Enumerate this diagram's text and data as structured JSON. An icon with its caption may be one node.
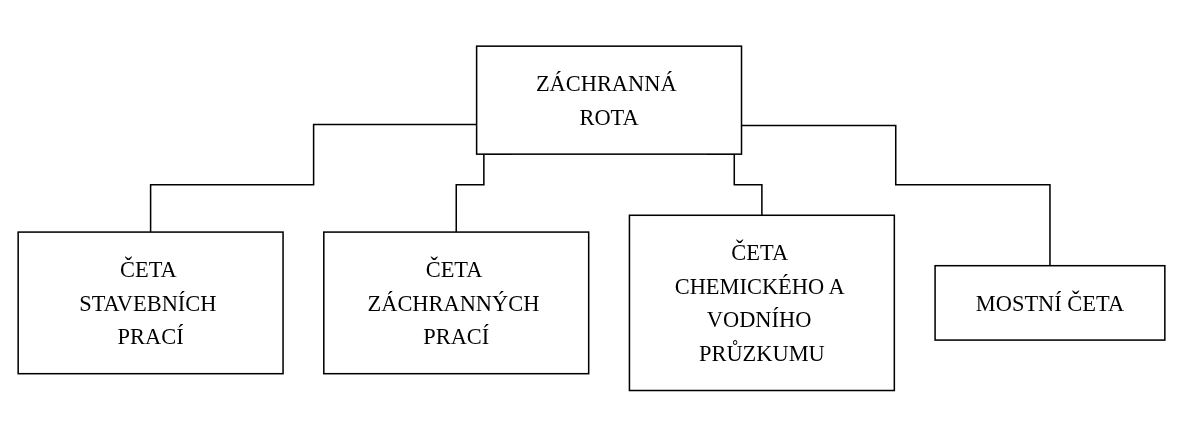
{
  "diagram": {
    "nodes": [
      {
        "text": [
          "ZÁCHRANNÁ ROTA"
        ]
      },
      {
        "text": [
          "ČETA STAVEBNÍCH PRACÍ"
        ]
      },
      {
        "text": [
          "ČETA ZÁCHRANNÝCH PRACÍ"
        ]
      },
      {
        "text": [
          "ČETA CHEMICKÉHO A VODNÍHO PRŮZKUMU"
        ]
      },
      {
        "text": [
          "MOSTNÍ ČETA"
        ]
      }
    ],
    "edges": [
      {
        "from": 0,
        "to": 1,
        "arrow": "none"
      },
      {
        "from": 0,
        "to": 2,
        "arrow": "none"
      },
      {
        "from": 0,
        "to": 3,
        "arrow": "none"
      },
      {
        "from": 0,
        "to": 4,
        "arrow": "none"
      }
    ]
  }
}
